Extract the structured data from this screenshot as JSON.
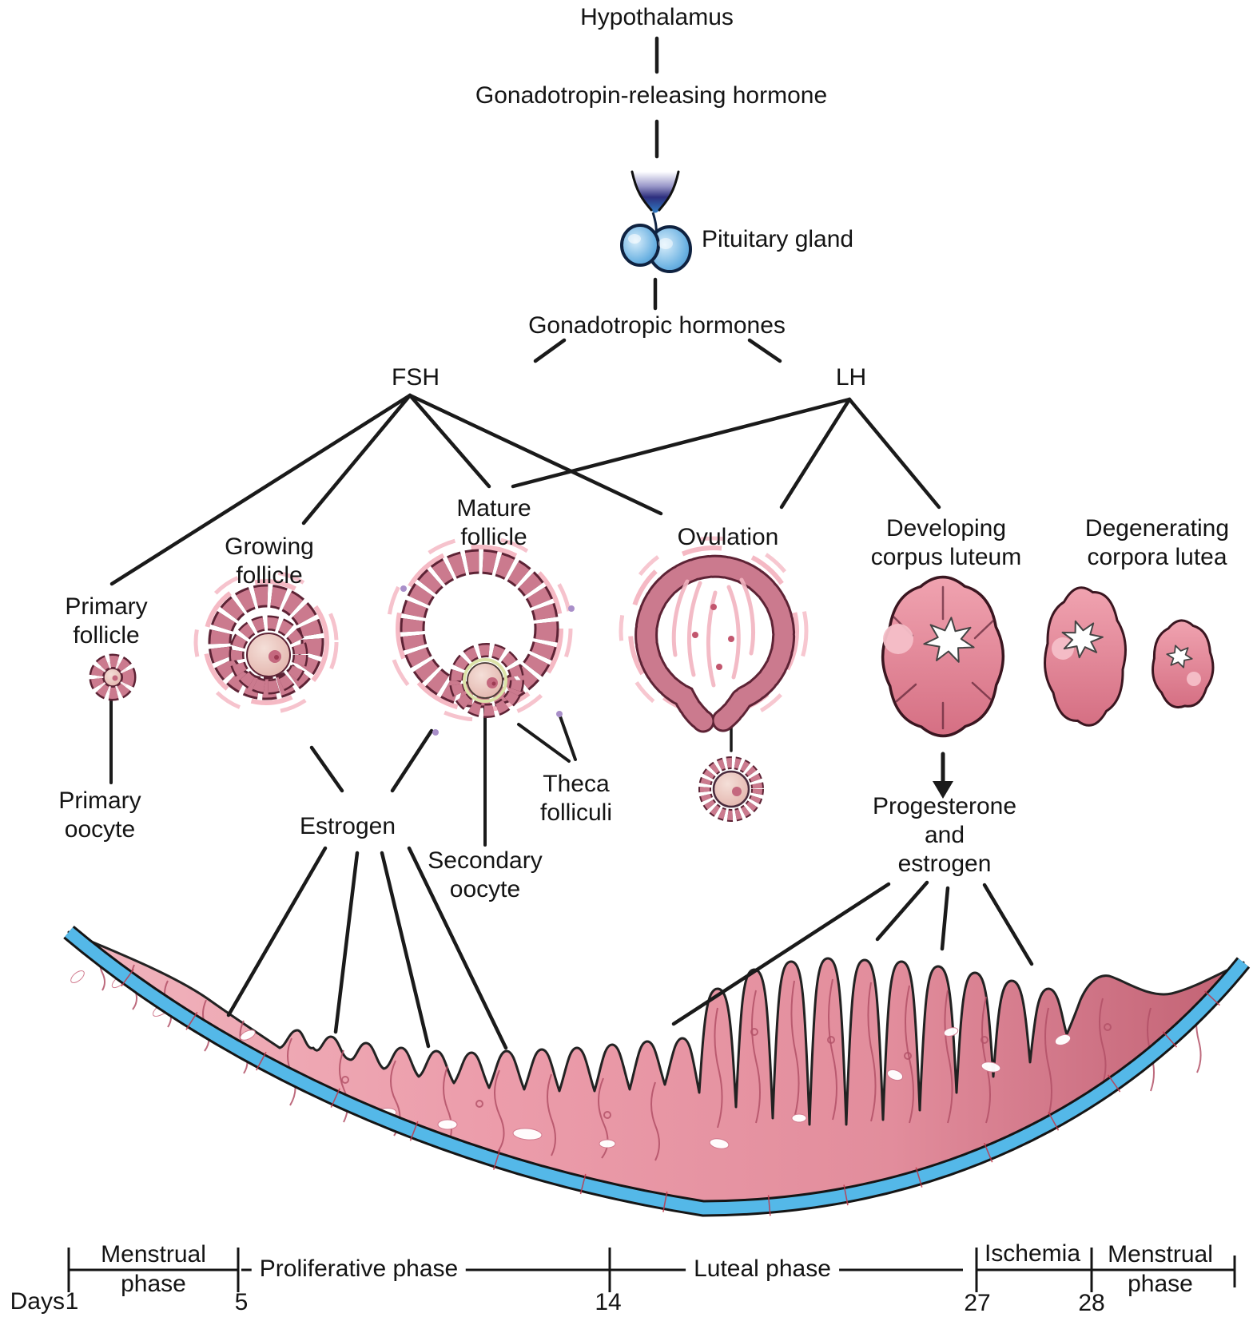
{
  "figure": {
    "description": "Hormonal regulation of the female reproductive cycle: hypothalamus-pituitary axis, ovarian follicle development and endometrial phases"
  },
  "axis_chain": {
    "hypothalamus": "Hypothalamus",
    "gnrh": "Gonadotropin-releasing hormone",
    "pituitary": "Pituitary gland",
    "gonadotropic": "Gonadotropic hormones",
    "fsh": "FSH",
    "lh": "LH"
  },
  "ovarian_stages": [
    {
      "label": "Primary follicle"
    },
    {
      "label": "Growing follicle"
    },
    {
      "label": "Mature follicle"
    },
    {
      "label": "Ovulation"
    },
    {
      "label": "Developing corpus luteum"
    },
    {
      "label": "Degenerating corpora lutea"
    }
  ],
  "annotations": {
    "primary_oocyte": "Primary oocyte",
    "estrogen": "Estrogen",
    "secondary_oocyte": "Secondary oocyte",
    "theca_folliculi": "Theca folliculi",
    "progesterone_estrogen": "Progesterone\nand\nestrogen"
  },
  "timeline": {
    "days_label": "Days",
    "day_ticks": [
      "1",
      "5",
      "14",
      "27",
      "28"
    ],
    "phases": [
      "Menstrual phase",
      "Proliferative phase",
      "Luteal phase",
      "Ischemia",
      "Menstrual phase"
    ]
  },
  "colors": {
    "line": "#1a1a1a",
    "follicle_cells": "#cb7a8e",
    "follicle_cell_outline": "#5d2335",
    "theca_wisp": "#f5b9c4",
    "oocyte": "#e7beb4",
    "endometrium_light": "#efb3bc",
    "endometrium_dark": "#c26273",
    "basal_layer_blue": "#54b8e8",
    "pituitary_blue": "#5fa8dc",
    "vessel_pink": "#b35064"
  }
}
